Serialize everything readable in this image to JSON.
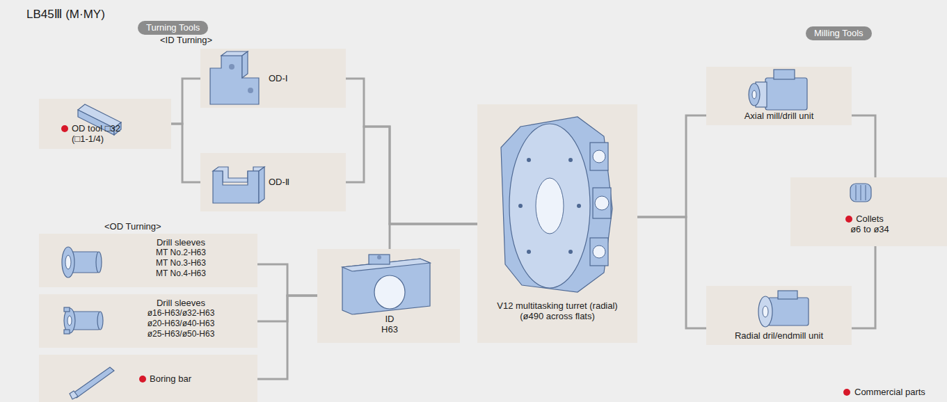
{
  "diagram": {
    "title": "LB45Ⅲ (M·MY)",
    "nodes": [
      {
        "text": [
          "OD tool □32 (□1-1/4)"
        ]
      },
      {
        "text": [
          "OD-Ⅰ"
        ]
      },
      {
        "text": [
          "OD-Ⅱ"
        ]
      },
      {
        "text": [
          "Drill sleeves",
          "MT No.2-H63",
          "MT No.3-H63",
          "MT No.4-H63"
        ]
      },
      {
        "text": [
          "Drill sleeves",
          "ø16-H63/ø32-H63",
          "ø20-H63/ø40-H63",
          "ø25-H63/ø50-H63"
        ]
      },
      {
        "text": [
          "Boring bar"
        ]
      },
      {
        "text": [
          "ID H63"
        ]
      },
      {
        "text": [
          "V12 multitasking turret (radial) (ø490 across flats)"
        ]
      },
      {
        "text": [
          "Axial mill/drill unit"
        ]
      },
      {
        "text": [
          "Collets",
          "ø6 to ø34"
        ]
      },
      {
        "text": [
          "Radial dril/endmill unit"
        ]
      }
    ],
    "edges": [
      {
        "from": 0,
        "to": 1,
        "arrow": "none"
      },
      {
        "from": 0,
        "to": 2,
        "arrow": "none"
      },
      {
        "from": 1,
        "to": 7,
        "arrow": "none"
      },
      {
        "from": 2,
        "to": 7,
        "arrow": "none"
      },
      {
        "from": 3,
        "to": 6,
        "arrow": "none"
      },
      {
        "from": 4,
        "to": 6,
        "arrow": "none"
      },
      {
        "from": 5,
        "to": 6,
        "arrow": "none"
      },
      {
        "from": 6,
        "to": 7,
        "arrow": "none"
      },
      {
        "from": 7,
        "to": 8,
        "arrow": "none"
      },
      {
        "from": 7,
        "to": 10,
        "arrow": "none"
      },
      {
        "from": 8,
        "to": 9,
        "arrow": "none"
      },
      {
        "from": 10,
        "to": 9,
        "arrow": "none"
      }
    ],
    "labels": [
      "Turning Tools",
      "<ID Turning>",
      "<OD Turning>",
      "Milling Tools"
    ],
    "legend": [
      {
        "text": "Commercial parts",
        "color": "#d7182a"
      }
    ]
  }
}
